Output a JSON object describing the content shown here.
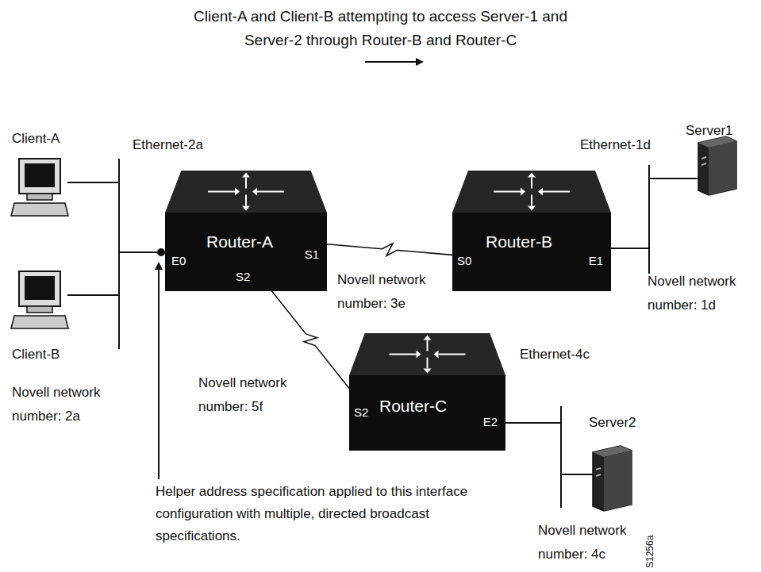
{
  "diagram": {
    "title": "Client-A and Client-B attempting to access Server-1 and Server-2 through Router-B and Router-C",
    "nodes": [
      {
        "text": [
          "Router-A",
          "E0",
          "S1",
          "S2"
        ]
      },
      {
        "text": [
          "Router-B",
          "S0",
          "E1"
        ]
      },
      {
        "text": [
          "Router-C",
          "S2",
          "E2"
        ]
      }
    ],
    "edges": [
      {
        "from": 0,
        "to": 1,
        "arrow": "none"
      },
      {
        "from": 0,
        "to": 2,
        "arrow": "none"
      }
    ],
    "labels": [
      "Client-A",
      "Ethernet-2a",
      "Ethernet-1d",
      "Server1",
      "Novell network number: 3e",
      "Novell network number: 1d",
      "Client-B",
      "Ethernet-4c",
      "Novell network number: 2a",
      "Novell network number: 5f",
      "Server2",
      "Helper address specification applied to this interface configuration with multiple, directed broadcast specifications.",
      "Novell network number: 4c",
      "S1256a"
    ]
  }
}
